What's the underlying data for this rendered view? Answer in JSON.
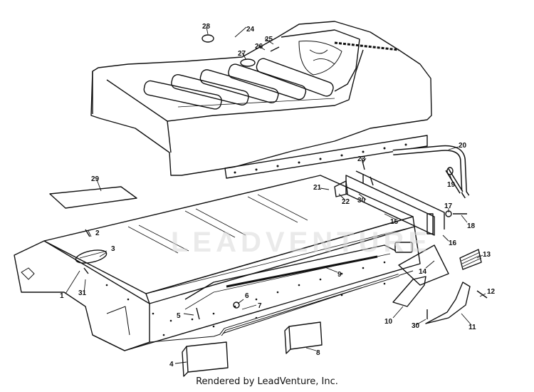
{
  "callouts": [
    {
      "id": "1",
      "label": "1"
    },
    {
      "id": "2",
      "label": "2"
    },
    {
      "id": "3",
      "label": "3"
    },
    {
      "id": "4",
      "label": "4"
    },
    {
      "id": "5",
      "label": "5"
    },
    {
      "id": "6",
      "label": "6"
    },
    {
      "id": "7",
      "label": "7"
    },
    {
      "id": "8",
      "label": "8"
    },
    {
      "id": "9",
      "label": "9"
    },
    {
      "id": "10",
      "label": "10"
    },
    {
      "id": "11",
      "label": "11"
    },
    {
      "id": "12",
      "label": "12"
    },
    {
      "id": "13",
      "label": "13"
    },
    {
      "id": "14",
      "label": "14"
    },
    {
      "id": "15",
      "label": "15"
    },
    {
      "id": "16",
      "label": "16"
    },
    {
      "id": "17",
      "label": "17"
    },
    {
      "id": "18",
      "label": "18"
    },
    {
      "id": "19",
      "label": "19"
    },
    {
      "id": "20",
      "label": "20"
    },
    {
      "id": "21",
      "label": "21"
    },
    {
      "id": "22",
      "label": "22"
    },
    {
      "id": "23",
      "label": "23"
    },
    {
      "id": "24",
      "label": "24"
    },
    {
      "id": "25",
      "label": "25"
    },
    {
      "id": "26",
      "label": "26"
    },
    {
      "id": "27",
      "label": "27"
    },
    {
      "id": "28",
      "label": "28"
    },
    {
      "id": "29",
      "label": "29"
    },
    {
      "id": "30a",
      "label": "30"
    },
    {
      "id": "30b",
      "label": "30"
    },
    {
      "id": "31",
      "label": "31"
    }
  ],
  "watermark": "LEADVENTURE",
  "footer": "Rendered by LeadVenture, Inc."
}
